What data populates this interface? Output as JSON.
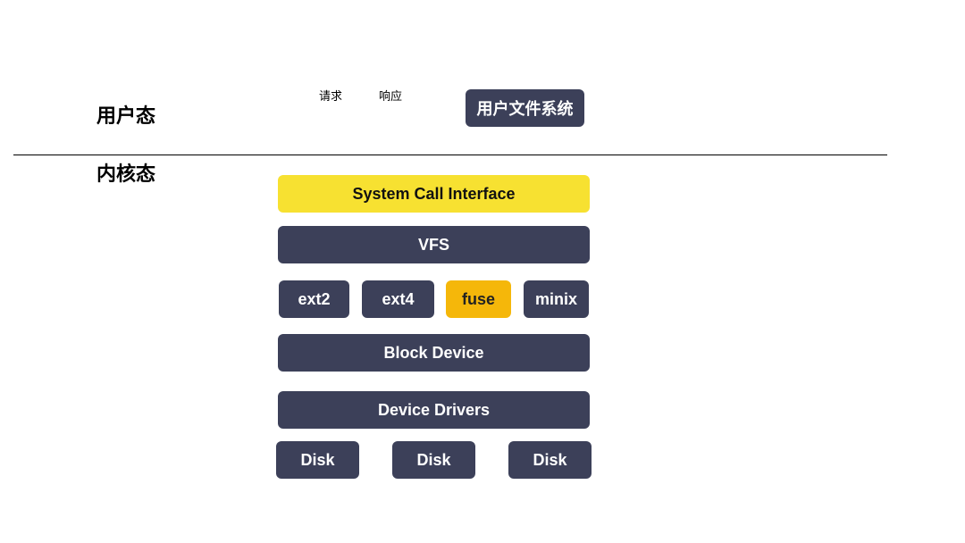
{
  "zones": {
    "user_mode": "用户态",
    "kernel_mode": "内核态"
  },
  "flow_labels": {
    "request": "请求",
    "response": "响应"
  },
  "user_fs": "用户文件系统",
  "layers": {
    "syscall": "System Call Interface",
    "vfs": "VFS",
    "filesystems": [
      "ext2",
      "ext4",
      "fuse",
      "minix"
    ],
    "block_device": "Block Device",
    "device_drivers": "Device Drivers",
    "disks": [
      "Disk",
      "Disk",
      "Disk"
    ]
  },
  "colors": {
    "box_dark": "#3c4059",
    "syscall_yellow": "#f7e131",
    "fuse_orange": "#f5b70a"
  }
}
